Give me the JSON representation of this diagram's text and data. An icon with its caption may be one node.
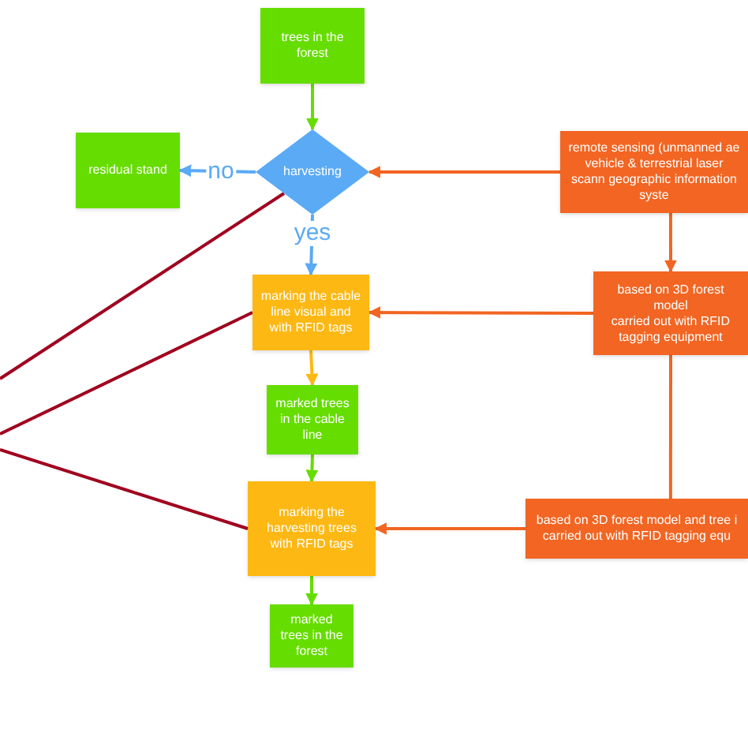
{
  "diagram": {
    "nodes": [
      {
        "text": [
          "trees in the forest"
        ]
      },
      {
        "text": [
          "harvesting"
        ]
      },
      {
        "text": [
          "residual stand"
        ]
      },
      {
        "text": [
          "remote sensing (unmanned ae vehicle & terrestrial laser scann geographic information syste"
        ]
      },
      {
        "text": [
          "marking the cable line visual and with RFID tags"
        ]
      },
      {
        "text": [
          "based on 3D forest model",
          "carried out with RFID tagging equipment"
        ]
      },
      {
        "text": [
          "marked trees in the cable line"
        ]
      },
      {
        "text": [
          "marking the harvesting trees with RFID tags"
        ]
      },
      {
        "text": [
          "based on 3D forest model and tree i",
          "carried out with RFID tagging equ"
        ]
      },
      {
        "text": [
          "marked trees in the forest"
        ]
      }
    ],
    "edges": [
      {
        "from": 0,
        "to": 1,
        "arrow": "to",
        "color": "#66dd00"
      },
      {
        "from": 1,
        "to": 2,
        "arrow": "to",
        "label": "no",
        "color": "#5aaaf5"
      },
      {
        "from": 1,
        "to": 4,
        "arrow": "to",
        "label": "yes",
        "color": "#5aaaf5"
      },
      {
        "from": 3,
        "to": 1,
        "arrow": "to",
        "color": "#f26522"
      },
      {
        "from": 3,
        "to": 5,
        "arrow": "to",
        "color": "#f26522"
      },
      {
        "from": 5,
        "to": 4,
        "arrow": "to",
        "color": "#f26522"
      },
      {
        "from": 5,
        "to": 8,
        "arrow": "none",
        "color": "#f26522"
      },
      {
        "from": 8,
        "to": 7,
        "arrow": "to",
        "color": "#f26522"
      },
      {
        "from": 4,
        "to": 6,
        "arrow": "to",
        "color": "#fdb813"
      },
      {
        "from": 6,
        "to": 7,
        "arrow": "to",
        "color": "#66dd00"
      },
      {
        "from": 7,
        "to": 9,
        "arrow": "to",
        "color": "#66dd00"
      },
      {
        "from": null,
        "to": 1,
        "arrow": "none",
        "color": "#a0001e"
      },
      {
        "from": null,
        "to": 4,
        "arrow": "none",
        "color": "#a0001e"
      },
      {
        "from": null,
        "to": 7,
        "arrow": "none",
        "color": "#a0001e"
      }
    ]
  }
}
